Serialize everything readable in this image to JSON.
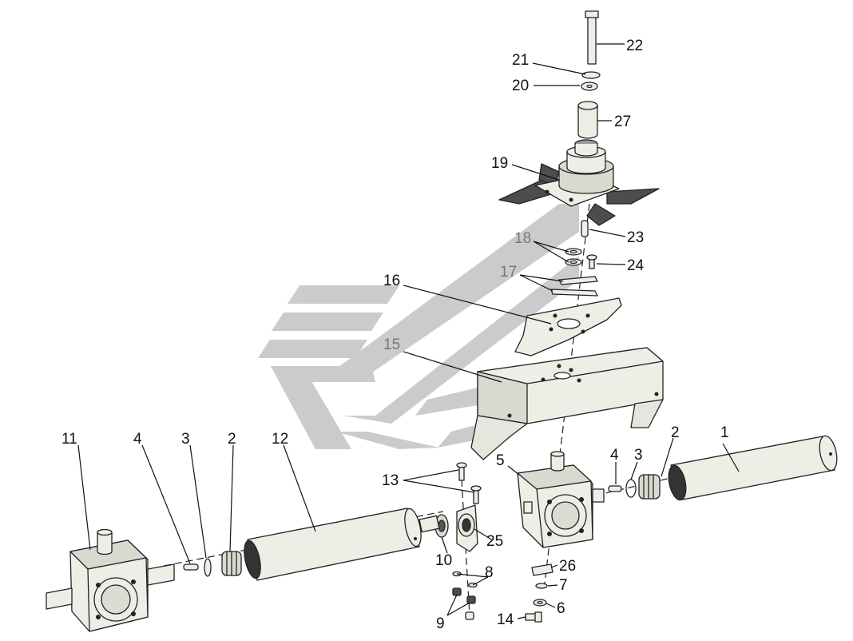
{
  "callouts": {
    "c1": "1",
    "c2a": "2",
    "c2b": "2",
    "c3a": "3",
    "c3b": "3",
    "c4a": "4",
    "c4b": "4",
    "c5": "5",
    "c6": "6",
    "c7": "7",
    "c8": "8",
    "c9": "9",
    "c10": "10",
    "c11": "11",
    "c12": "12",
    "c13": "13",
    "c14": "14",
    "c15": "15",
    "c16": "16",
    "c17": "17",
    "c18": "18",
    "c19": "19",
    "c20": "20",
    "c21": "21",
    "c22": "22",
    "c23": "23",
    "c24": "24",
    "c25": "25",
    "c26": "26",
    "c27": "27"
  },
  "colors": {
    "watermark": "#c6c6c6",
    "part_light": "#eeeee6",
    "part_dark": "#4d4d4d",
    "label_gray": "#777777"
  }
}
